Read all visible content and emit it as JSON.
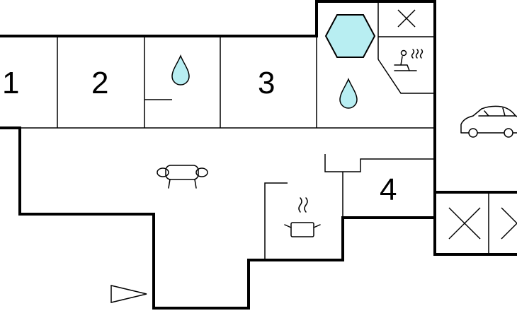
{
  "rooms": {
    "room_1": "1",
    "room_2": "2",
    "room_3": "3",
    "room_4": "4"
  },
  "colors": {
    "wall": "#000000",
    "water": "#b8eef2",
    "background": "#ffffff"
  },
  "icons": [
    "water-drop-icon",
    "hot-tub-icon",
    "sauna-icon",
    "car-icon",
    "sofa-icon",
    "cooking-pot-icon",
    "entrance-arrow-icon",
    "closet-cross-icon"
  ]
}
